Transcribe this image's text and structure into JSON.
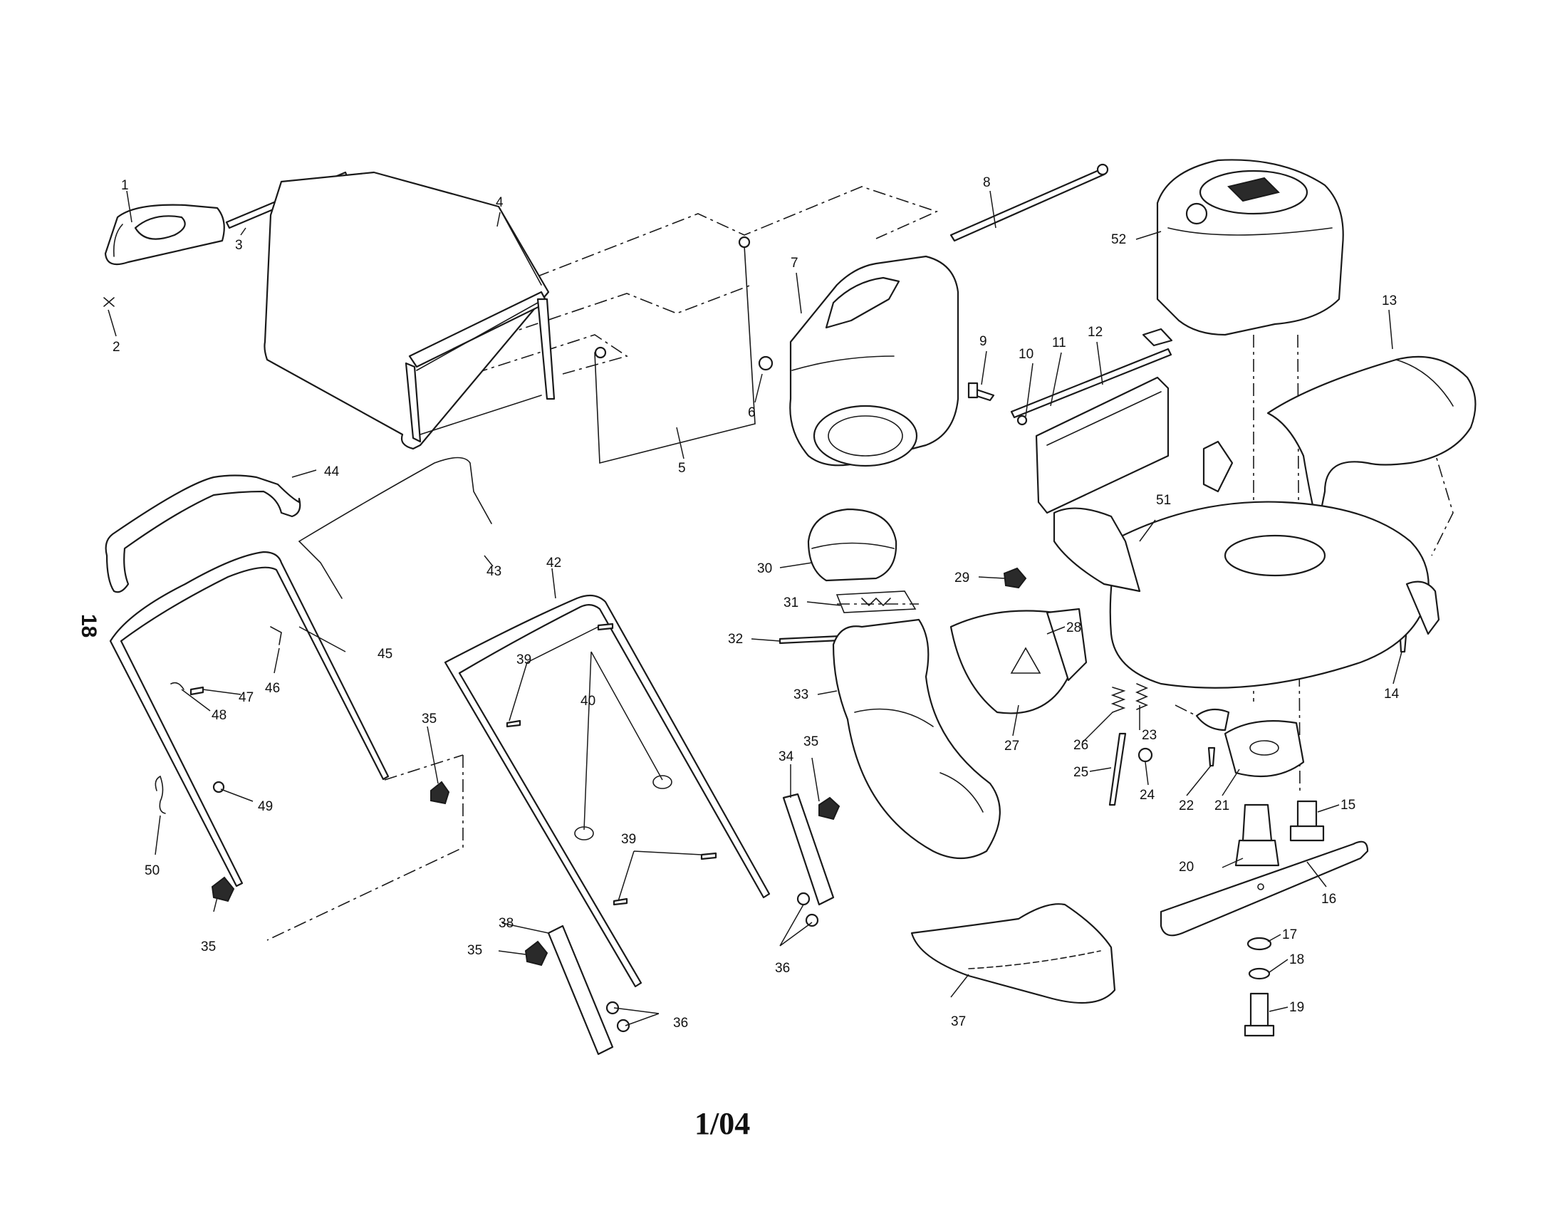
{
  "page_number": "18",
  "date_code": "1/04",
  "callouts": [
    {
      "id": "1",
      "label": "1"
    },
    {
      "id": "2",
      "label": "2"
    },
    {
      "id": "3",
      "label": "3"
    },
    {
      "id": "4",
      "label": "4"
    },
    {
      "id": "5",
      "label": "5"
    },
    {
      "id": "6",
      "label": "6"
    },
    {
      "id": "7",
      "label": "7"
    },
    {
      "id": "8",
      "label": "8"
    },
    {
      "id": "9",
      "label": "9"
    },
    {
      "id": "10",
      "label": "10"
    },
    {
      "id": "11",
      "label": "11"
    },
    {
      "id": "12",
      "label": "12"
    },
    {
      "id": "13",
      "label": "13"
    },
    {
      "id": "14",
      "label": "14"
    },
    {
      "id": "15",
      "label": "15"
    },
    {
      "id": "16",
      "label": "16"
    },
    {
      "id": "17",
      "label": "17"
    },
    {
      "id": "18",
      "label": "18"
    },
    {
      "id": "19",
      "label": "19"
    },
    {
      "id": "20",
      "label": "20"
    },
    {
      "id": "21",
      "label": "21"
    },
    {
      "id": "22",
      "label": "22"
    },
    {
      "id": "23",
      "label": "23"
    },
    {
      "id": "24",
      "label": "24"
    },
    {
      "id": "25",
      "label": "25"
    },
    {
      "id": "26",
      "label": "26"
    },
    {
      "id": "27",
      "label": "27"
    },
    {
      "id": "28",
      "label": "28"
    },
    {
      "id": "29",
      "label": "29"
    },
    {
      "id": "30",
      "label": "30"
    },
    {
      "id": "31",
      "label": "31"
    },
    {
      "id": "32",
      "label": "32"
    },
    {
      "id": "33",
      "label": "33"
    },
    {
      "id": "34",
      "label": "34"
    },
    {
      "id": "35a",
      "label": "35"
    },
    {
      "id": "35b",
      "label": "35"
    },
    {
      "id": "35c",
      "label": "35"
    },
    {
      "id": "35d",
      "label": "35"
    },
    {
      "id": "36a",
      "label": "36"
    },
    {
      "id": "36b",
      "label": "36"
    },
    {
      "id": "37",
      "label": "37"
    },
    {
      "id": "38",
      "label": "38"
    },
    {
      "id": "39a",
      "label": "39"
    },
    {
      "id": "39b",
      "label": "39"
    },
    {
      "id": "40",
      "label": "40"
    },
    {
      "id": "42",
      "label": "42"
    },
    {
      "id": "43",
      "label": "43"
    },
    {
      "id": "44",
      "label": "44"
    },
    {
      "id": "45",
      "label": "45"
    },
    {
      "id": "46",
      "label": "46"
    },
    {
      "id": "47",
      "label": "47"
    },
    {
      "id": "48",
      "label": "48"
    },
    {
      "id": "49",
      "label": "49"
    },
    {
      "id": "50",
      "label": "50"
    },
    {
      "id": "51",
      "label": "51"
    },
    {
      "id": "52",
      "label": "52"
    }
  ]
}
